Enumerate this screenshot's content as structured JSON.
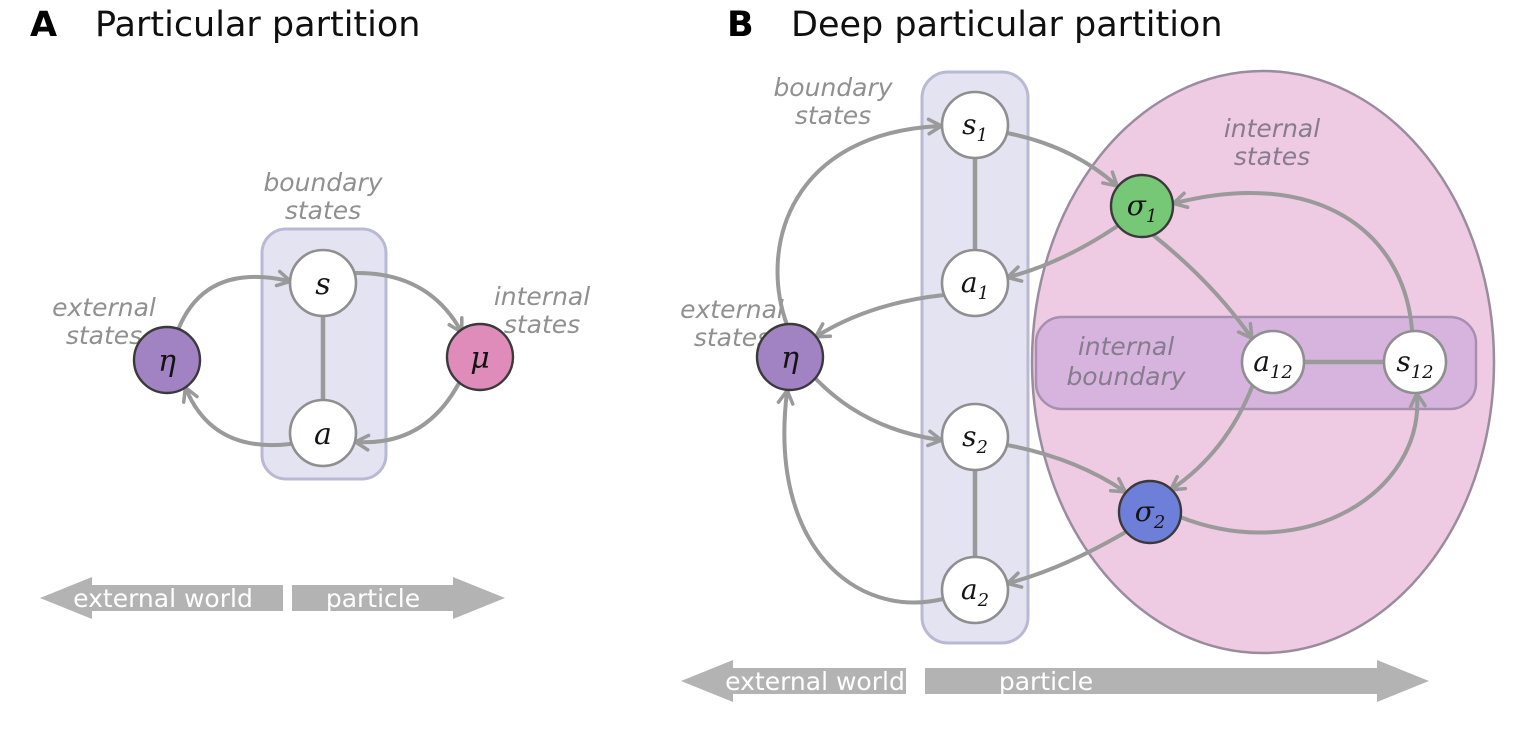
{
  "figure": {
    "panel_a": {
      "tag": "A",
      "title": "Particular partition",
      "labels": {
        "external": [
          "external",
          "states"
        ],
        "boundary": [
          "boundary",
          "states"
        ],
        "internal": [
          "internal",
          "states"
        ]
      },
      "nodes": {
        "eta": {
          "label": "η"
        },
        "s": {
          "label": "s"
        },
        "a": {
          "label": "a"
        },
        "mu": {
          "label": "μ"
        }
      },
      "edges": [
        {
          "from": "eta",
          "to": "s"
        },
        {
          "from": "s",
          "to": "mu"
        },
        {
          "from": "mu",
          "to": "a"
        },
        {
          "from": "a",
          "to": "eta"
        },
        {
          "undirected": [
            "s",
            "a"
          ]
        }
      ],
      "world_arrows": {
        "left": "external world",
        "right": "particle"
      }
    },
    "panel_b": {
      "tag": "B",
      "title": "Deep particular partition",
      "labels": {
        "external": [
          "external",
          "states"
        ],
        "boundary": [
          "boundary",
          "states"
        ],
        "internal": [
          "internal",
          "states"
        ],
        "inner_boundary": [
          "internal",
          "boundary"
        ]
      },
      "nodes": {
        "eta": {
          "main": "η",
          "sub": ""
        },
        "s1": {
          "main": "s",
          "sub": "1"
        },
        "a1": {
          "main": "a",
          "sub": "1"
        },
        "s2": {
          "main": "s",
          "sub": "2"
        },
        "a2": {
          "main": "a",
          "sub": "2"
        },
        "sigma1": {
          "main": "σ",
          "sub": "1"
        },
        "sigma2": {
          "main": "σ",
          "sub": "2"
        },
        "a12": {
          "main": "a",
          "sub": "12"
        },
        "s12": {
          "main": "s",
          "sub": "12"
        }
      },
      "edges": [
        {
          "from": "eta",
          "to": "s1"
        },
        {
          "from": "a1",
          "to": "eta"
        },
        {
          "from": "eta",
          "to": "s2"
        },
        {
          "from": "a2",
          "to": "eta"
        },
        {
          "from": "s1",
          "to": "sigma1"
        },
        {
          "from": "sigma1",
          "to": "a1"
        },
        {
          "from": "s2",
          "to": "sigma2"
        },
        {
          "from": "sigma2",
          "to": "a2"
        },
        {
          "from": "sigma1",
          "to": "a12"
        },
        {
          "from": "a12",
          "to": "sigma2"
        },
        {
          "from": "sigma2",
          "to": "s12"
        },
        {
          "from": "s12",
          "to": "sigma1"
        },
        {
          "undirected": [
            "s1",
            "a1"
          ]
        },
        {
          "undirected": [
            "s2",
            "a2"
          ]
        },
        {
          "undirected": [
            "a12",
            "s12"
          ]
        }
      ],
      "world_arrows": {
        "left": "external world",
        "right": "particle"
      }
    },
    "colors": {
      "edge": "#9a9a9a",
      "external_node": "#a182c3",
      "internal_node": "#df8cba",
      "sigma1_node": "#76c776",
      "sigma2_node": "#6e7fd9",
      "boundary_fill": "#e3e3f2",
      "ellipse_fill": "#eecae3",
      "inner_boundary_fill": "#d6b4de",
      "world_arrow": "#b3b3b3"
    }
  }
}
